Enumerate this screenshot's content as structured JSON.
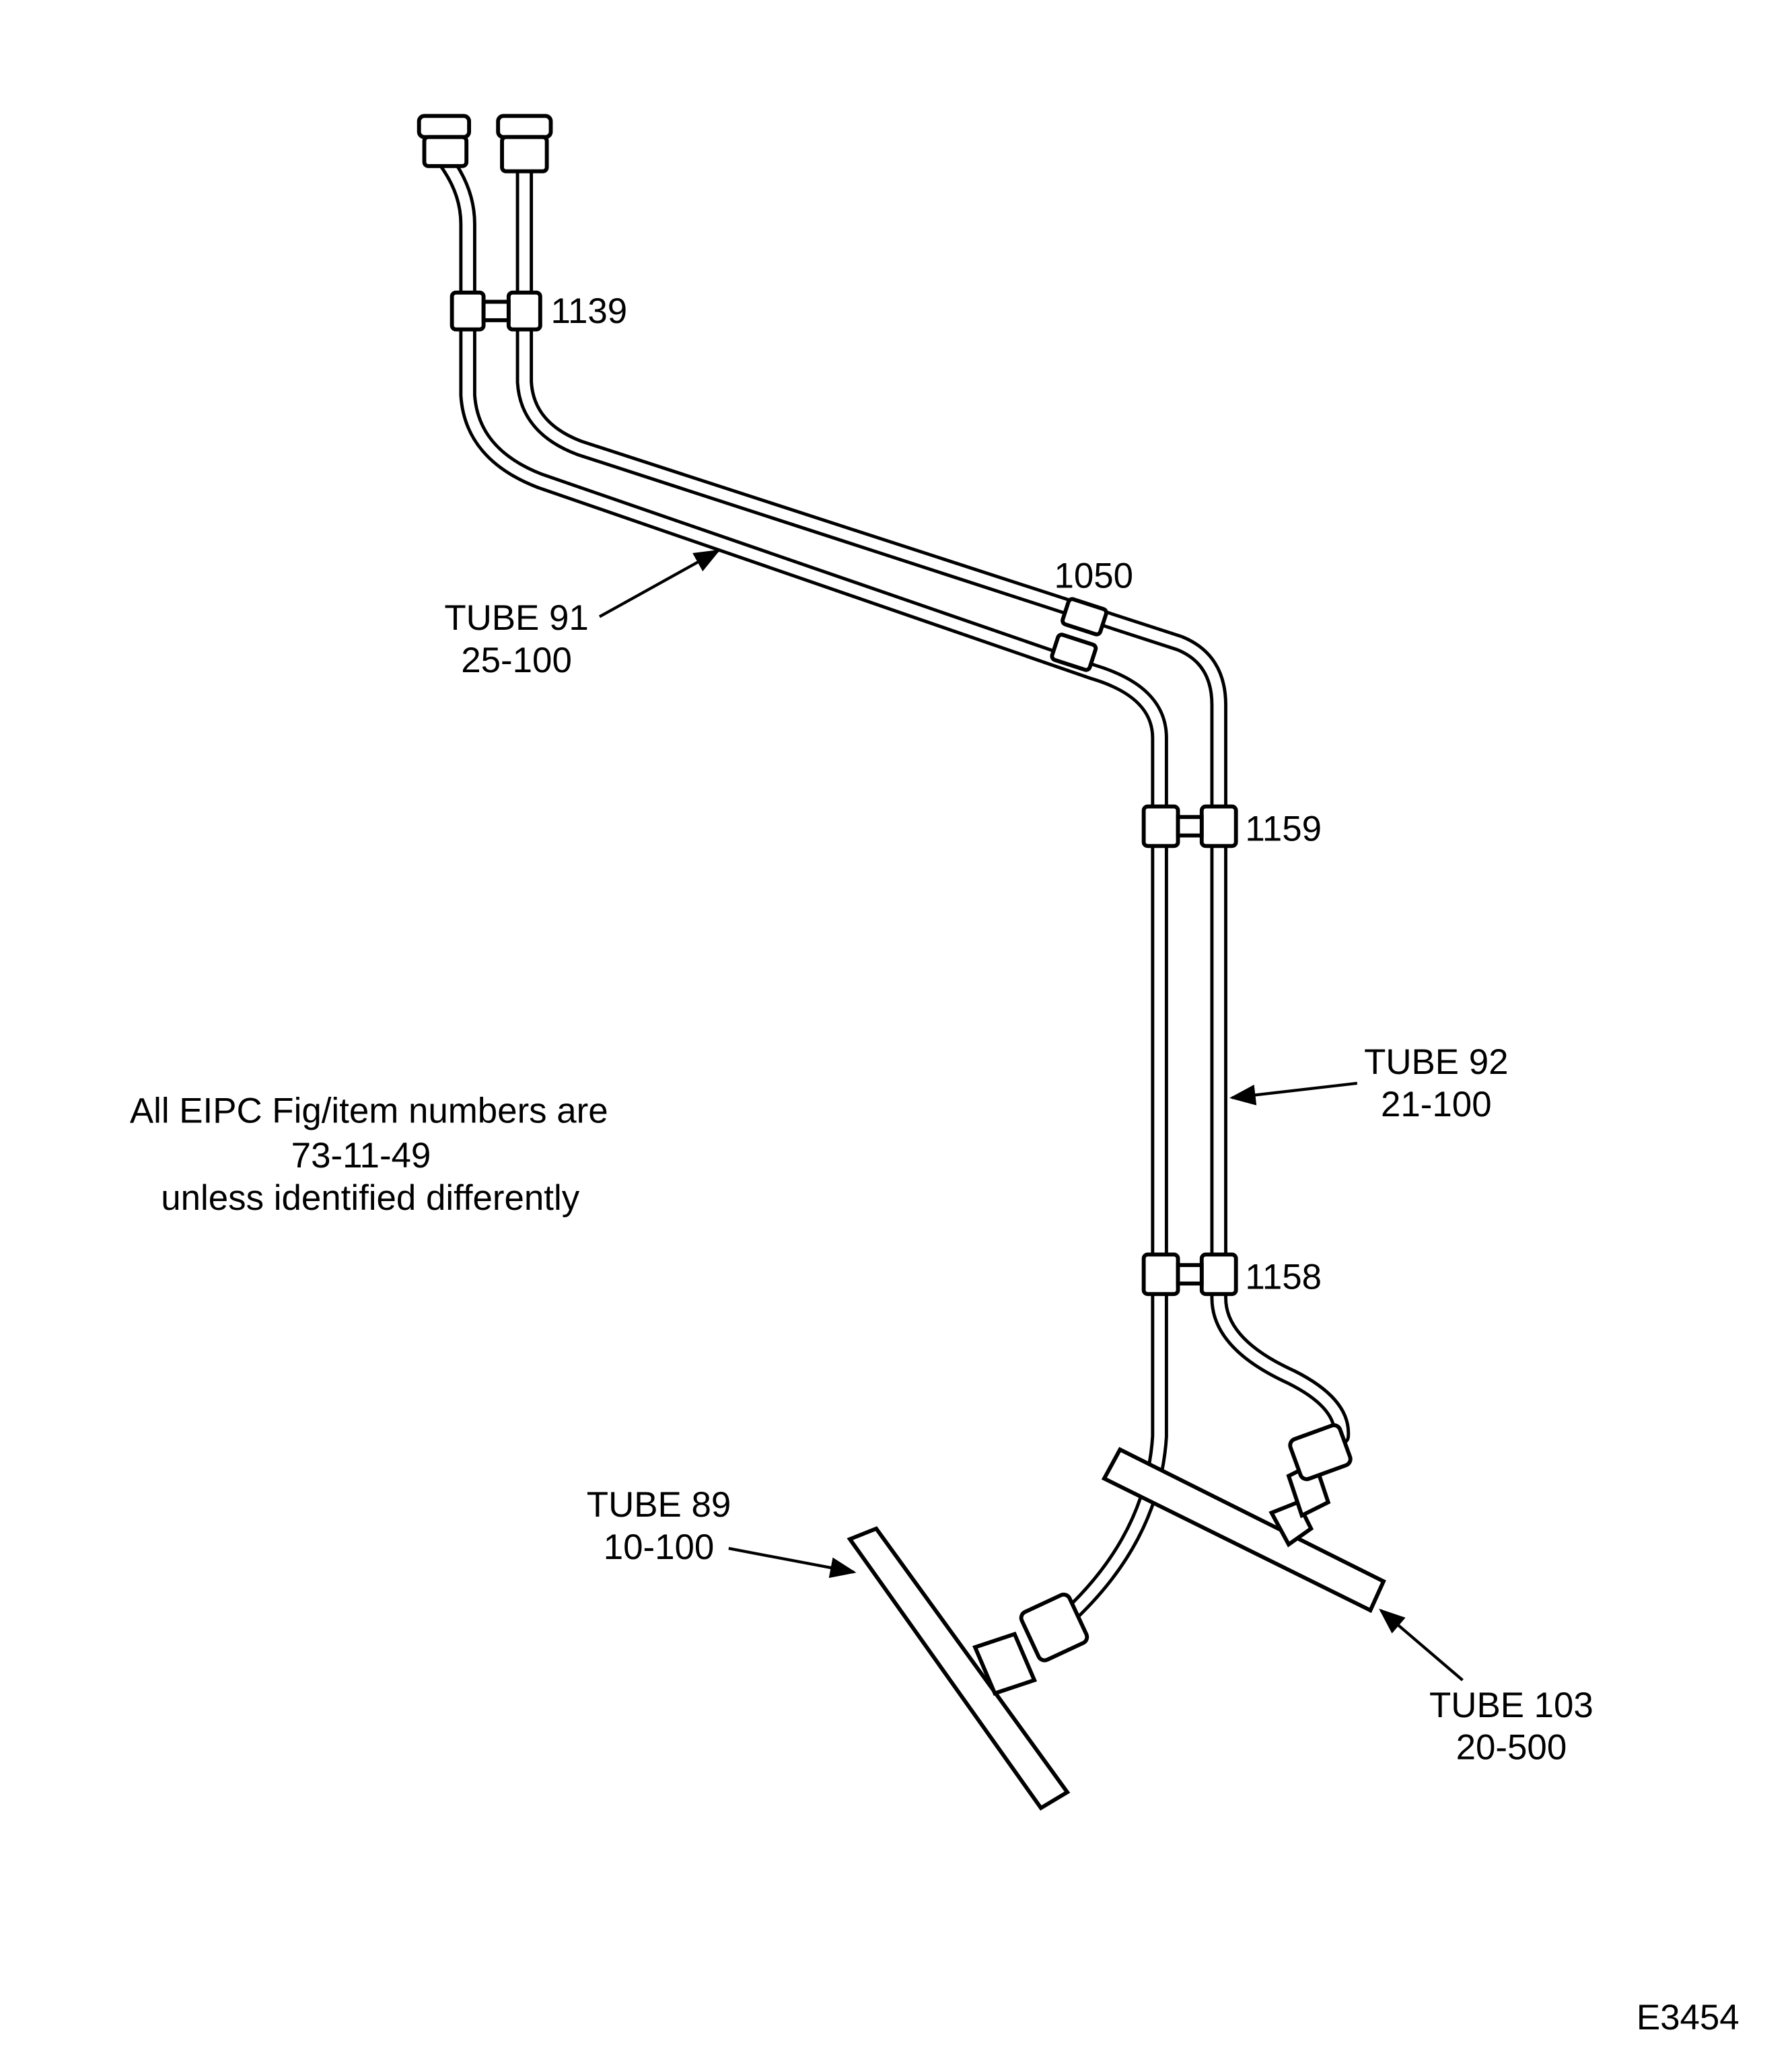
{
  "diagram": {
    "callouts": {
      "clamp_top": "1139",
      "clamp_bend": "1050",
      "clamp_mid": "1159",
      "clamp_low": "1158"
    },
    "tubes": [
      {
        "name": "TUBE 91",
        "ref": "25-100"
      },
      {
        "name": "TUBE 92",
        "ref": "21-100"
      },
      {
        "name": "TUBE 89",
        "ref": "10-100"
      },
      {
        "name": "TUBE 103",
        "ref": "20-500"
      }
    ],
    "note": {
      "line1": "All EIPC Fig/item numbers are",
      "line2": "73-11-49",
      "line3": "unless identified differently"
    },
    "figure_id": "E3454"
  }
}
